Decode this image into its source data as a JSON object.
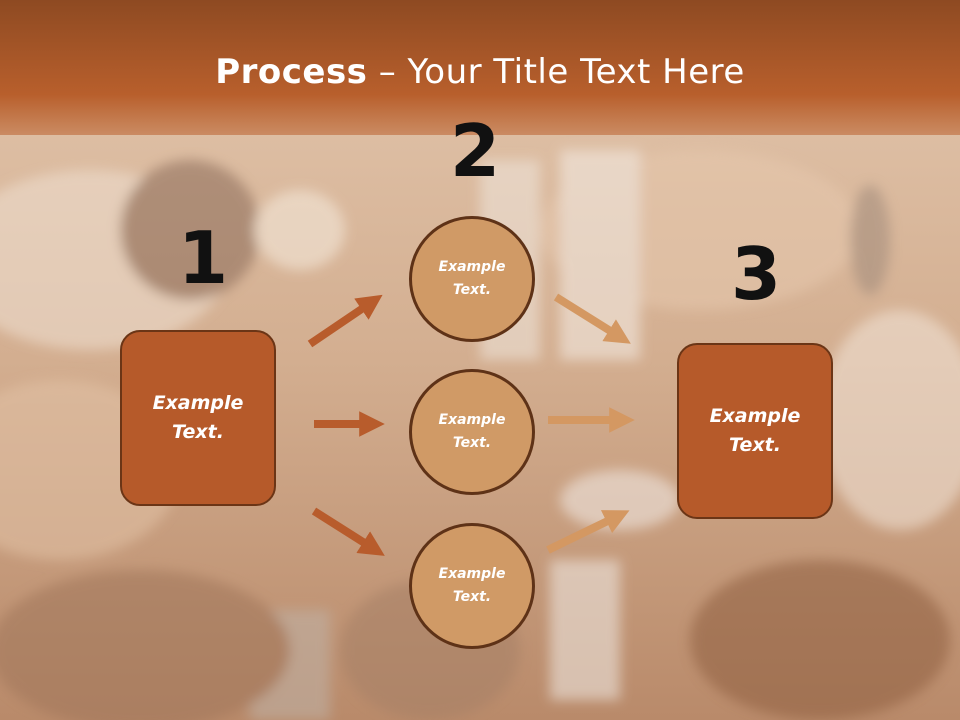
{
  "title": {
    "bold": "Process",
    "rest": " – Your Title Text Here"
  },
  "steps": [
    {
      "number": "1",
      "label_line1": "Example",
      "label_line2": "Text."
    },
    {
      "number": "2"
    },
    {
      "number": "3",
      "label_line1": "Example",
      "label_line2": "Text."
    }
  ],
  "circles": [
    {
      "line1": "Example",
      "line2": "Text."
    },
    {
      "line1": "Example",
      "line2": "Text."
    },
    {
      "line1": "Example",
      "line2": "Text."
    }
  ],
  "colors": {
    "title_band": "#b85f2c",
    "box_fill": "#b65a2a",
    "circle_fill": "#d09a66",
    "left_arrows": "#b85c2c",
    "right_arrows": "#d49862",
    "number_text": "#111111"
  }
}
